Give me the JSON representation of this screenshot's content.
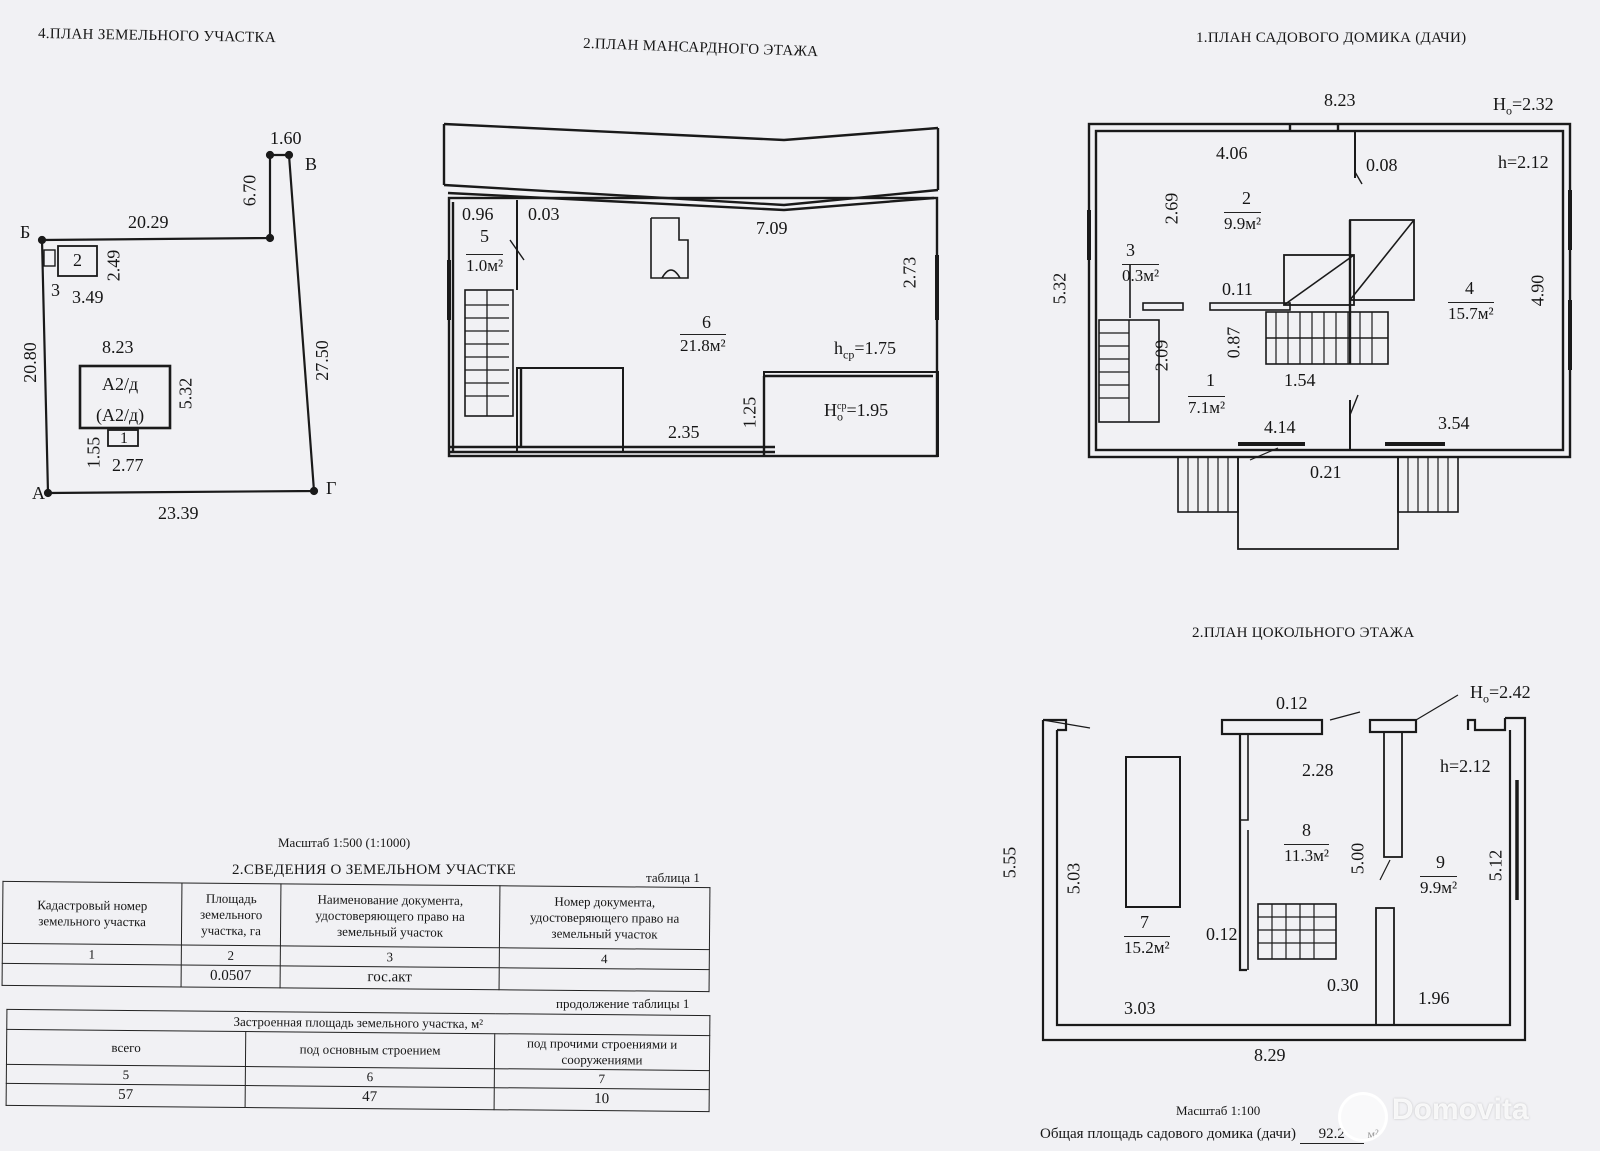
{
  "headings": {
    "plot_plan": "4.ПЛАН ЗЕМЕЛЬНОГО УЧАСТКА",
    "attic_plan": "2.ПЛАН МАНСАРДНОГО ЭТАЖА",
    "house_plan": "1.ПЛАН САДОВОГО ДОМИКА (ДАЧИ)",
    "basement_plan": "2.ПЛАН ЦОКОЛЬНОГО ЭТАЖА"
  },
  "plot": {
    "corners": {
      "b": "Б",
      "v": "В",
      "a": "А",
      "g": "Г"
    },
    "dims": {
      "top_short": "1.60",
      "notch": "6.70",
      "top_long": "20.29",
      "left": "20.80",
      "right": "27.50",
      "bottom": "23.39",
      "house_width": "8.23",
      "house_depth": "5.32",
      "porch_depth": "1.55",
      "porch_width": "2.77",
      "shed_depth": "2.49",
      "shed_width": "3.49"
    },
    "labels": {
      "house": "А2/д",
      "house_alt": "(А2/д)",
      "porch": "1",
      "shed": "2",
      "shed_small": "3"
    }
  },
  "attic": {
    "dims": {
      "d096": "0.96",
      "d003": "0.03",
      "d709": "7.09",
      "d273": "2.73",
      "d235": "2.35",
      "d125": "1.25"
    },
    "rooms": [
      {
        "num": "5",
        "area": "1.0м²"
      },
      {
        "num": "6",
        "area": "21.8м²"
      }
    ],
    "h_avg": "h",
    "h_avg_sub": "ср",
    "h_avg_val": "=1.75",
    "H_avg": "H",
    "H_avg_sub": "о",
    "H_avg_sup": "ср",
    "H_avg_val": "=1.95"
  },
  "house": {
    "dims": {
      "top": "8.23",
      "d406": "4.06",
      "d008": "0.08",
      "d269": "2.69",
      "d532": "5.32",
      "d011": "0.11",
      "d087": "0.87",
      "d209": "2.09",
      "d154": "1.54",
      "d490": "4.90",
      "d414": "4.14",
      "d354": "3.54",
      "d021": "0.21"
    },
    "H": "H",
    "H_sub": "о",
    "H_val": "=2.32",
    "h": "h=2.12",
    "rooms": [
      {
        "num": "1",
        "area": "7.1м²"
      },
      {
        "num": "2",
        "area": "9.9м²"
      },
      {
        "num": "3",
        "area": "0.3м²"
      },
      {
        "num": "4",
        "area": "15.7м²"
      }
    ]
  },
  "basement": {
    "dims": {
      "d012a": "0.12",
      "d228": "2.28",
      "d555": "5.55",
      "d503": "5.03",
      "d500": "5.00",
      "d512": "5.12",
      "d012b": "0.12",
      "d030": "0.30",
      "d303": "3.03",
      "d196": "1.96",
      "d829": "8.29"
    },
    "H": "H",
    "H_sub": "о",
    "H_val": "=2.42",
    "h": "h=2.12",
    "rooms": [
      {
        "num": "7",
        "area": "15.2м²"
      },
      {
        "num": "8",
        "area": "11.3м²"
      },
      {
        "num": "9",
        "area": "9.9м²"
      }
    ]
  },
  "scale_plot": "Масштаб 1:500 (1:1000)",
  "scale_house": "Масштаб 1:100",
  "table1": {
    "title": "2.СВЕДЕНИЯ О ЗЕМЕЛЬНОМ УЧАСТКЕ",
    "caption": "таблица 1",
    "headers": [
      "Кадастровый номер земельного участка",
      "Площадь земельного участка, га",
      "Наименование документа, удостоверяющего право на земельный участок",
      "Номер документа, удостоверяющего право на земельный участок"
    ],
    "col_nums": [
      "1",
      "2",
      "3",
      "4"
    ],
    "row": [
      "",
      "0.0507",
      "гос.акт",
      ""
    ]
  },
  "table2": {
    "caption": "продолжение таблицы 1",
    "title": "Застроенная площадь земельного участка, м²",
    "headers": [
      "всего",
      "под основным строением",
      "под прочими строениями и сооружениями"
    ],
    "col_nums": [
      "5",
      "6",
      "7"
    ],
    "row": [
      "57",
      "47",
      "10"
    ]
  },
  "total_area": {
    "label": "Общая площадь садового домика (дачи)",
    "value": "92.2",
    "unit": "м²"
  },
  "watermark": "Domovita"
}
